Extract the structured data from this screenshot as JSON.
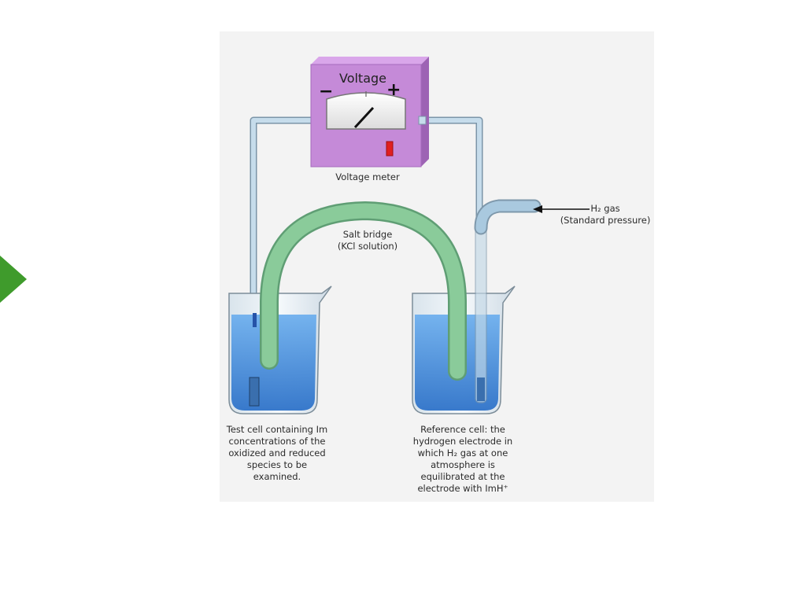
{
  "navigation": {
    "next_icon": "triangle-right-icon",
    "accent_color": "#3f9b2c"
  },
  "diagram": {
    "meter": {
      "title": "Voltage",
      "minus_sign": "−",
      "plus_sign": "+",
      "label": "Voltage meter"
    },
    "salt_bridge_label": "Salt bridge\n(KCl solution)",
    "gas_label": "H₂ gas\n(Standard pressure)",
    "test_cell_label": "Test cell containing Im\nconcentrations of the\noxidized and reduced\nspecies to be\nexamined.",
    "reference_cell_label": "Reference cell: the\nhydrogen electrode in\nwhich H₂ gas at one\natmosphere is\nequilibrated at the\nelectrode with ImH⁺",
    "colors": {
      "meter_body": "#c58ad8",
      "salt_bridge": "#8fcf9f",
      "solution": "#3f8fe0",
      "tube": "#a9c9df"
    }
  }
}
